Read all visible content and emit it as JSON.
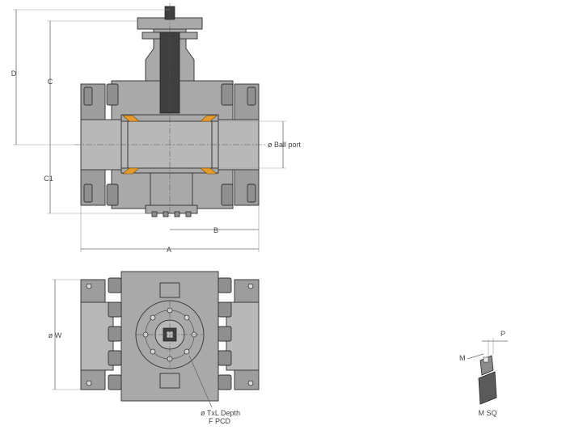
{
  "dimensions": {
    "A": "A",
    "B": "B",
    "C": "C",
    "C1": "C1",
    "D": "D",
    "ball_port": "ø Ball port",
    "W": "ø W",
    "txl_depth": "ø TxL Depth",
    "f_pcd": "F PCD",
    "M": "M",
    "P": "P",
    "m_sq": "M SQ"
  },
  "colors": {
    "body": "#a9a9a9",
    "seat": "#e49b2c",
    "stem": "#3f3f3f"
  }
}
